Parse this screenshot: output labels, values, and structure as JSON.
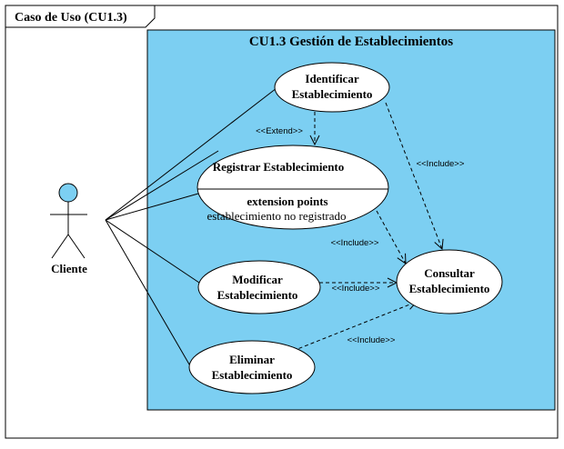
{
  "diagram": {
    "frame_title": "Caso de Uso (CU1.3)",
    "boundary_title": "CU1.3 Gestión de Establecimientos",
    "colors": {
      "boundary_fill": "#7ccff2",
      "usecase_fill": "#ffffff",
      "stroke": "#000000",
      "actor_head": "#7ccff2"
    },
    "actor": {
      "name": "Cliente"
    },
    "use_cases": {
      "identificar": {
        "line1": "Identificar",
        "line2": "Establecimiento"
      },
      "registrar": {
        "name": "Registrar Establecimiento",
        "ext_title": "extension points",
        "ext_point": "establecimiento no registrado"
      },
      "modificar": {
        "line1": "Modificar",
        "line2": "Establecimiento"
      },
      "eliminar": {
        "line1": "Eliminar",
        "line2": "Establecimiento"
      },
      "consultar": {
        "line1": "Consultar",
        "line2": "Establecimiento"
      }
    },
    "relations": {
      "extend_label": "<<Extend>>",
      "include_identificar": "<<Include>>",
      "include_registrar": "<<Include>>",
      "include_modificar": "<<Include>>",
      "include_eliminar": "<<Include>>"
    }
  }
}
